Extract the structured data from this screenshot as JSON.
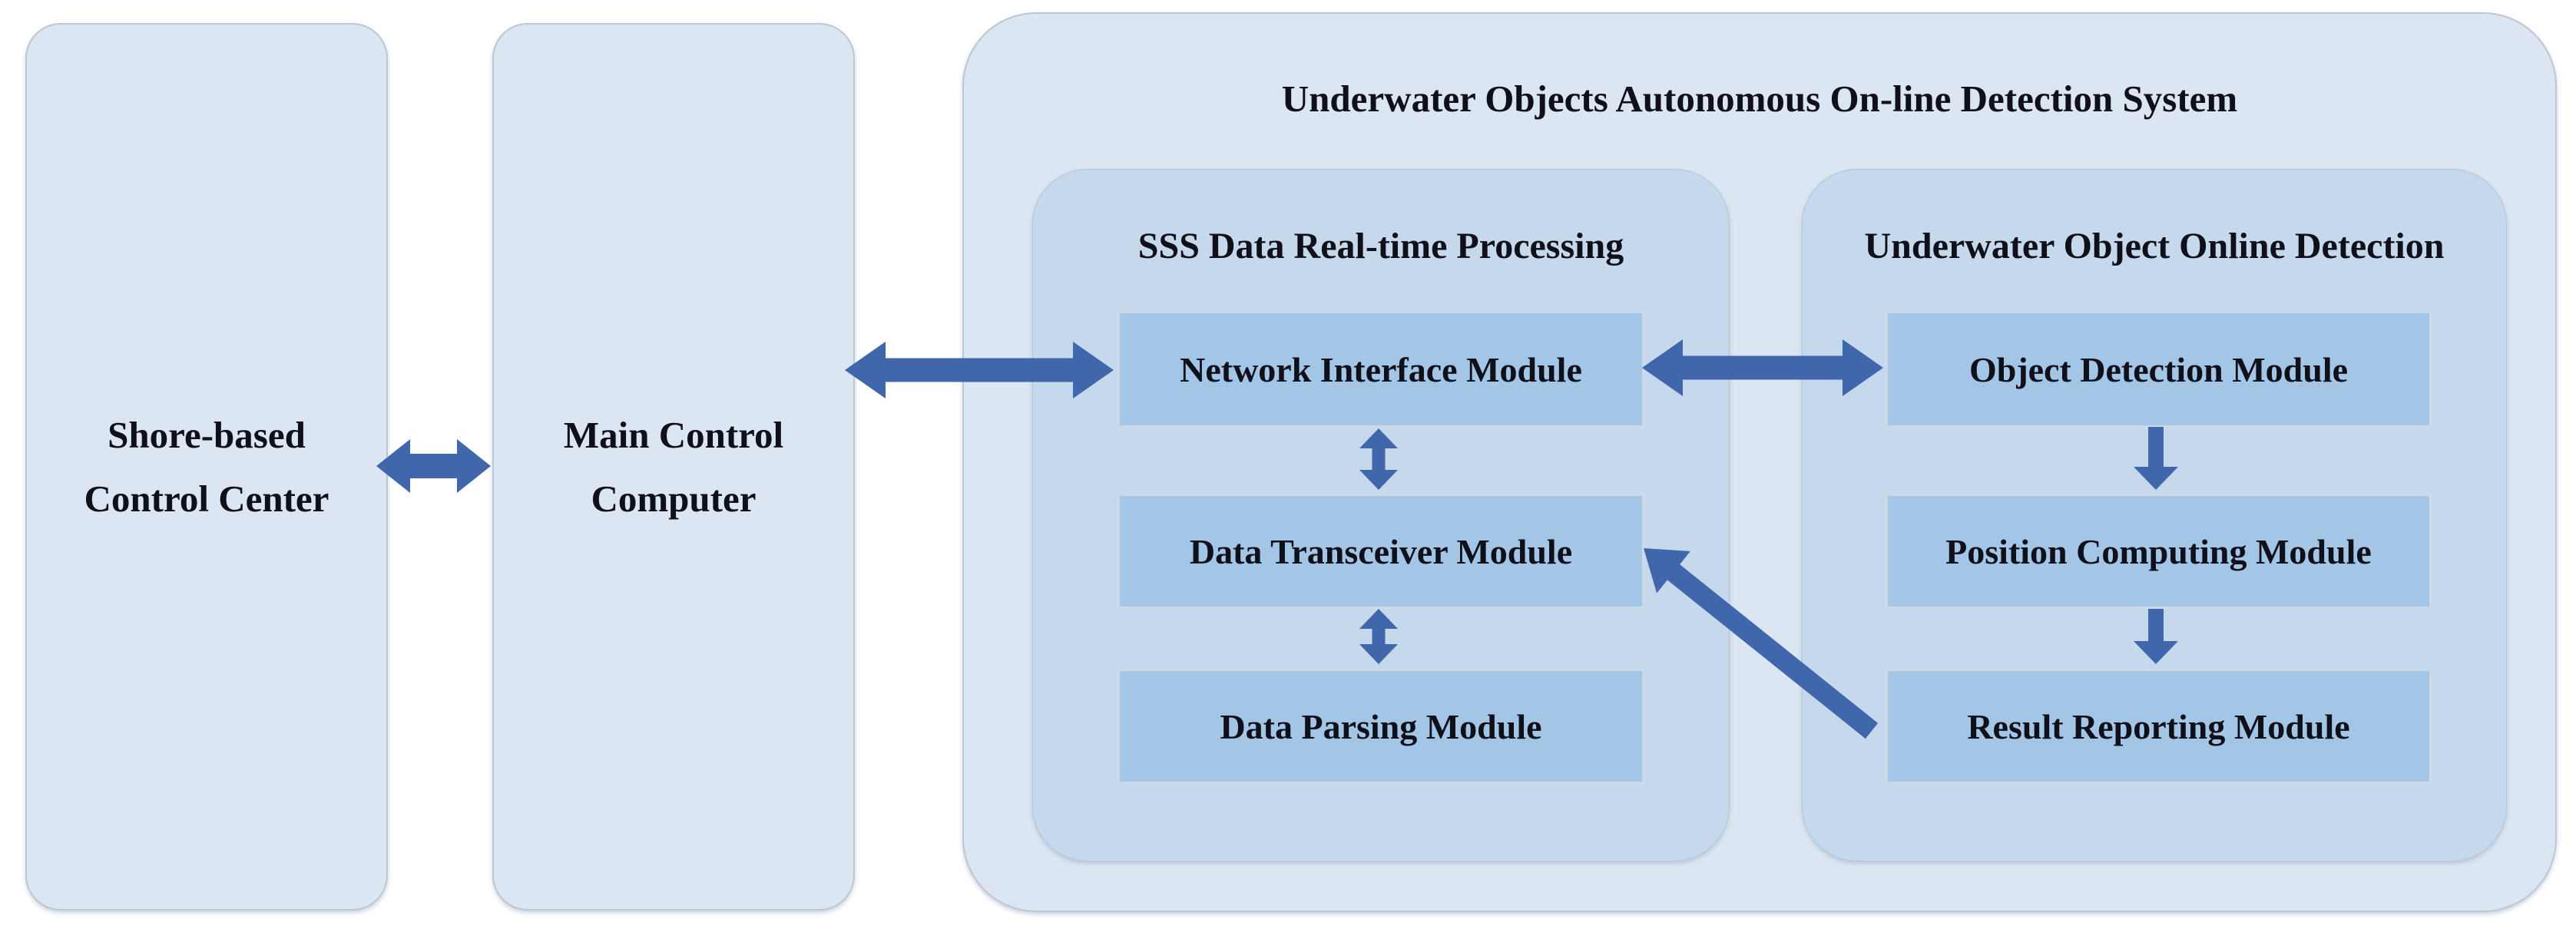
{
  "diagram_title": "Underwater Objects Autonomous On-line Detection System",
  "colors": {
    "box_fill": "#dbe6f2",
    "sub_container_fill": "#c6d8ec",
    "module_fill": "#a3c6e6",
    "arrow": "#4066ac",
    "text": "#10101a"
  },
  "nodes": {
    "shore": {
      "line1": "Shore-based",
      "line2": "Control Center"
    },
    "main": {
      "line1": "Main Control",
      "line2": "Computer"
    },
    "network": {
      "label": "Network Interface Module"
    },
    "transceiver": {
      "label": "Data Transceiver Module"
    },
    "parsing": {
      "label": "Data Parsing Module"
    },
    "object": {
      "label": "Object Detection Module"
    },
    "position": {
      "label": "Position Computing Module"
    },
    "result": {
      "label": "Result Reporting Module"
    }
  },
  "containers": {
    "system": {
      "title": "Underwater Objects Autonomous On-line Detection System"
    },
    "sss": {
      "title": "SSS Data Real-time Processing"
    },
    "detection": {
      "title": "Underwater Object Online Detection"
    }
  },
  "connections": [
    {
      "from": "shore-based-control-center",
      "to": "main-control-computer",
      "type": "bidirectional"
    },
    {
      "from": "main-control-computer",
      "to": "network-interface-module",
      "type": "bidirectional"
    },
    {
      "from": "network-interface-module",
      "to": "object-detection-module",
      "type": "bidirectional"
    },
    {
      "from": "network-interface-module",
      "to": "data-transceiver-module",
      "type": "bidirectional"
    },
    {
      "from": "data-transceiver-module",
      "to": "data-parsing-module",
      "type": "bidirectional"
    },
    {
      "from": "object-detection-module",
      "to": "position-computing-module",
      "type": "directed"
    },
    {
      "from": "position-computing-module",
      "to": "result-reporting-module",
      "type": "directed"
    },
    {
      "from": "result-reporting-module",
      "to": "data-transceiver-module",
      "type": "directed"
    }
  ]
}
